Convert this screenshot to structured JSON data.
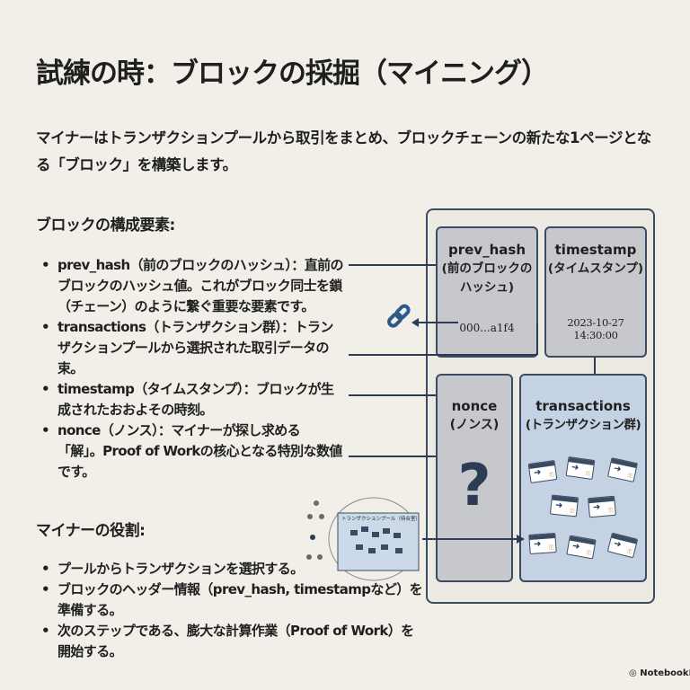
{
  "title": "試練の時：ブロックの採掘（マイニング）",
  "intro": "マイナーはトランザクションプールから取引をまとめ、ブロックチェーンの新たな1ページとなる「ブロック」を構築します。",
  "components": {
    "heading": "ブロックの構成要素:",
    "items": [
      "prev_hash（前のブロックのハッシュ）：直前のブロックのハッシュ値。これがブロック同士を鎖（チェーン）のように繋ぐ重要な要素です。",
      "transactions（トランザクション群）：トランザクションプールから選択された取引データの束。",
      "timestamp（タイムスタンプ）：ブロックが生成されたおおよその時刻。",
      "nonce（ノンス）：マイナーが探し求める「解」。Proof of Workの核心となる特別な数値です。"
    ]
  },
  "role": {
    "heading": "マイナーの役割:",
    "items": [
      "プールからトランザクションを選択する。",
      "ブロックのヘッダー情報（prev_hash, timestampなど）を準備する。",
      "次のステップである、膨大な計算作業（Proof of Work）を開始する。"
    ]
  },
  "diagram": {
    "prev_hash": {
      "title": "prev_hash",
      "subtitle": "(前のブロックの\nハッシュ)",
      "value": "000...a1f4"
    },
    "timestamp": {
      "title": "timestamp",
      "subtitle": "(タイムスタンプ)",
      "value": "2023-10-27 14:30:00"
    },
    "nonce": {
      "title": "nonce",
      "subtitle": "(ノンス)",
      "value": "?"
    },
    "transactions": {
      "title": "transactions",
      "subtitle": "(トランザクション群)"
    },
    "pool_label": "トランザクションプール（待合室）"
  },
  "footer": "NotebookLM"
}
